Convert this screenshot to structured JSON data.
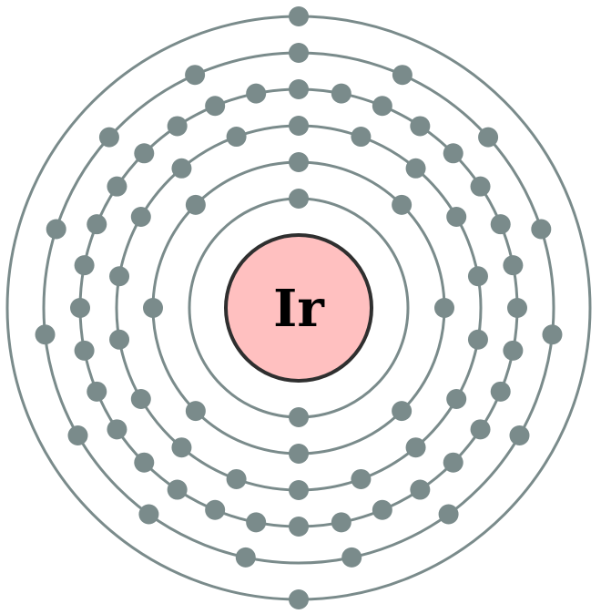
{
  "element": {
    "symbol": "Ir"
  },
  "colors": {
    "shell": "#7a8b8b",
    "electron": "#7a8b8b",
    "nucleus_fill": "#ffc0c0",
    "nucleus_stroke": "#2f2f2f",
    "symbol": "#000000"
  },
  "shells": [
    {
      "electrons": 2
    },
    {
      "electrons": 8
    },
    {
      "electrons": 18
    },
    {
      "electrons": 32
    },
    {
      "electrons": 15
    },
    {
      "electrons": 2
    }
  ]
}
